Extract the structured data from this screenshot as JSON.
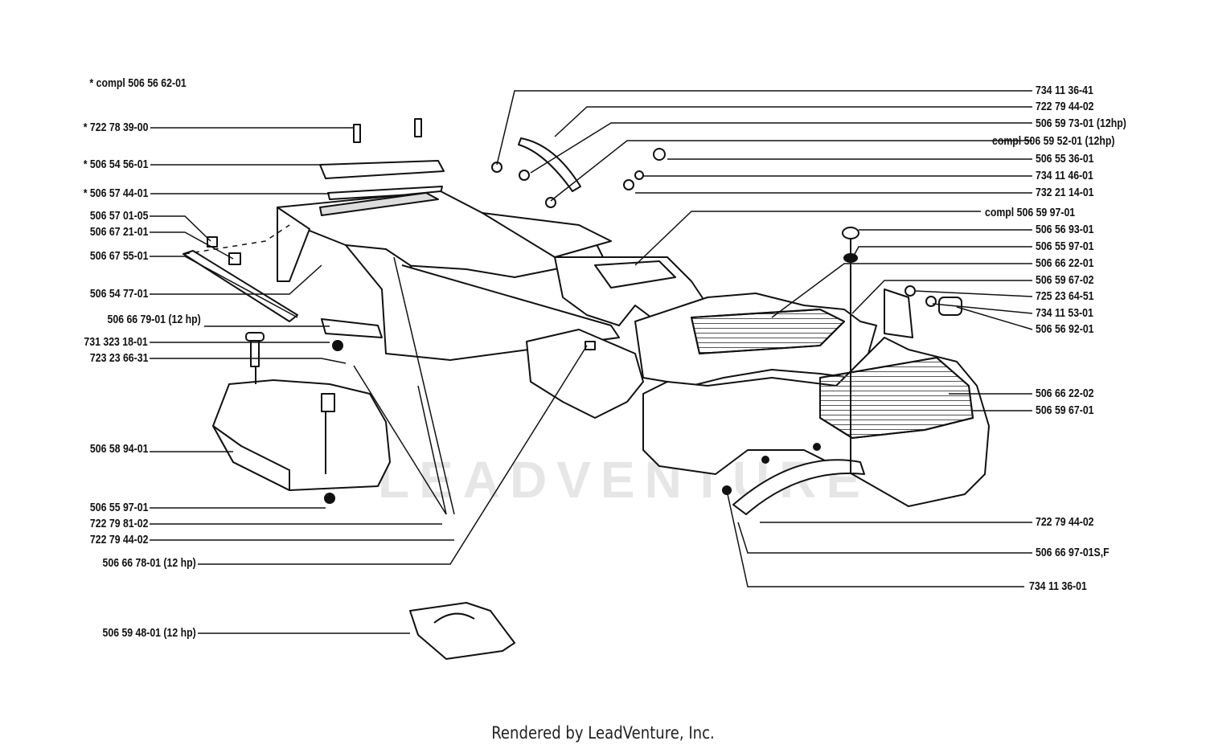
{
  "footer": "Rendered by LeadVenture, Inc.",
  "watermark": "LEADVENTURE",
  "colors": {
    "ink": "#111111",
    "paper": "#ffffff",
    "hatch": "#555555",
    "watermark": "#e6e6e6"
  },
  "left_callouts": [
    "*  compl 506 56 62-01",
    "* 722 78 39-00",
    "*  506 54 56-01",
    "*  506 57 44-01",
    "506 57 01-05",
    "506 67 21-01",
    "506 67 55-01",
    "506 54 77-01",
    "506 66 79-01 (12 hp)",
    "731 323 18-01",
    "723 23 66-31",
    "506 58 94-01",
    "506 55 97-01",
    "722 79 81-02",
    "722 79 44-02",
    "506 66 78-01 (12 hp)",
    "506 59 48-01 (12 hp)"
  ],
  "right_callouts": [
    "734 11 36-41",
    "722 79 44-02",
    "506 59 73-01 (12hp)",
    "compl 506 59 52-01 (12hp)",
    "506 55 36-01",
    "734 11 46-01",
    "732 21 14-01",
    "compl 506 59 97-01",
    "506 56 93-01",
    "506 55 97-01",
    "506 66 22-01",
    "506 59 67-02",
    "725 23 64-51",
    "734 11 53-01",
    "506 56 92-01",
    "506 66 22-02",
    "506 59 67-01",
    "722 79 44-02",
    "506 66 97-01S,F",
    "734 11 36-01"
  ]
}
